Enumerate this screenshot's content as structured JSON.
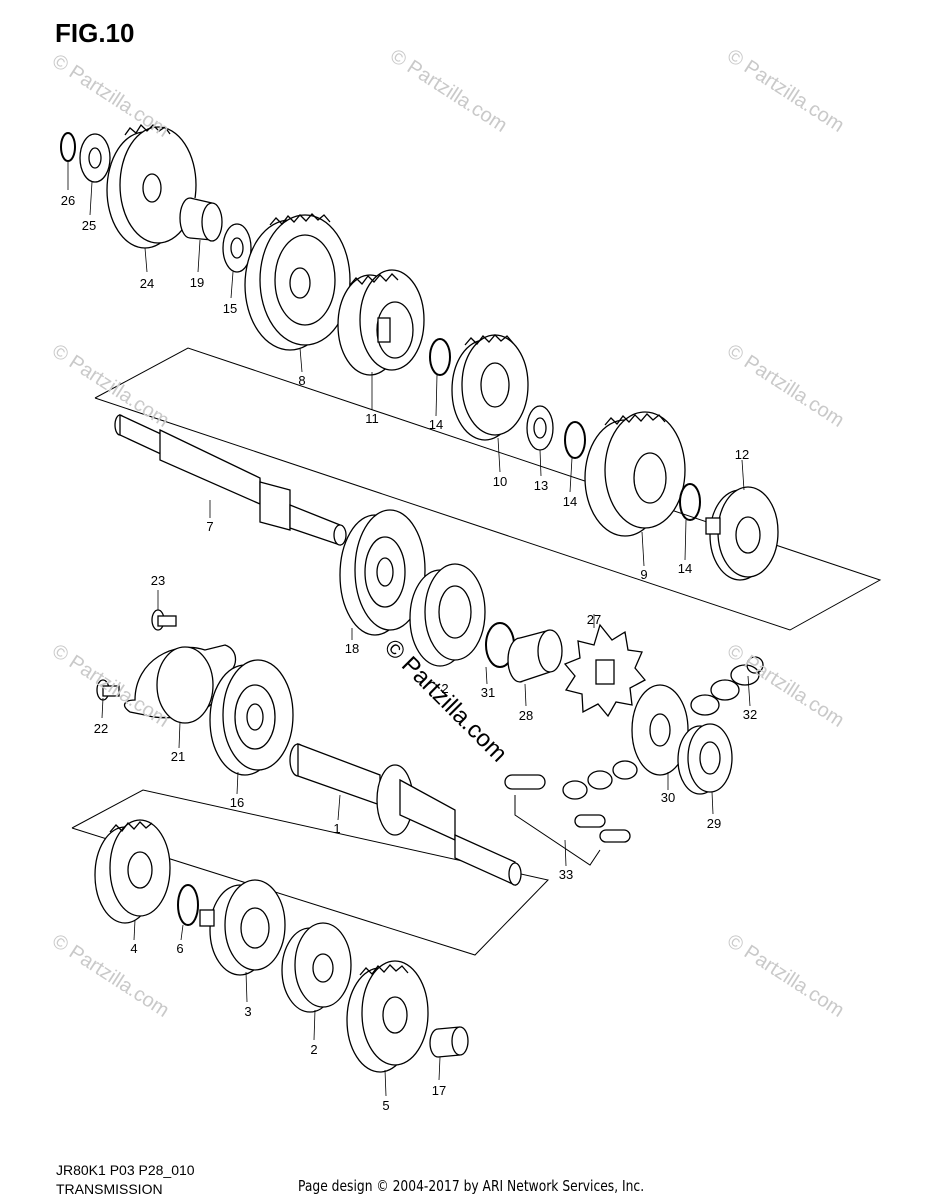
{
  "figure": {
    "title": "FIG.10",
    "code": "JR80K1 P03 P28_010",
    "subtitle": "TRANSMISSION"
  },
  "credit": "Page design © 2004-2017 by ARI Network Services, Inc.",
  "watermark": "© Partzilla.com",
  "watermark_center": "© Partzilla.com",
  "callouts": [
    "26",
    "25",
    "24",
    "19",
    "15",
    "8",
    "11",
    "14",
    "10",
    "13",
    "14",
    "12",
    "14",
    "9",
    "7",
    "18",
    "2",
    "31",
    "28",
    "27",
    "32",
    "23",
    "22",
    "21",
    "16",
    "1",
    "30",
    "29",
    "33",
    "4",
    "6",
    "3",
    "2",
    "17",
    "5"
  ],
  "colors": {
    "line": "#000000",
    "watermark": "#c9c9c9",
    "background": "#ffffff"
  }
}
